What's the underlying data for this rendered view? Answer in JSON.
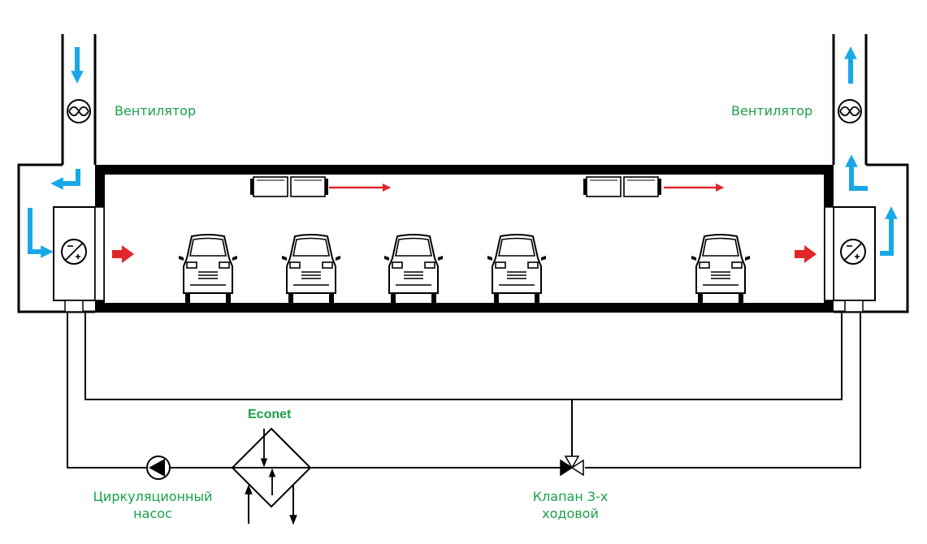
{
  "labels": {
    "fan_left": "Вентилятор",
    "fan_right": "Вентилятор",
    "econet": "Econet",
    "pump_line1": "Циркуляционный",
    "pump_line2": "насос",
    "valve_line1": "Клапан 3-х",
    "valve_line2": "ходовой"
  },
  "colors": {
    "air_flow": "#18a8e8",
    "heat_flow": "#e2262a",
    "label": "#1aa04a",
    "line": "#000000"
  },
  "icons": {
    "fan": "fan-icon",
    "heat_exchanger": "heat-exchanger-icon",
    "pump": "circulation-pump-icon",
    "valve": "three-way-valve-icon",
    "car": "car-icon",
    "ceiling_unit": "ceiling-unit-icon"
  }
}
